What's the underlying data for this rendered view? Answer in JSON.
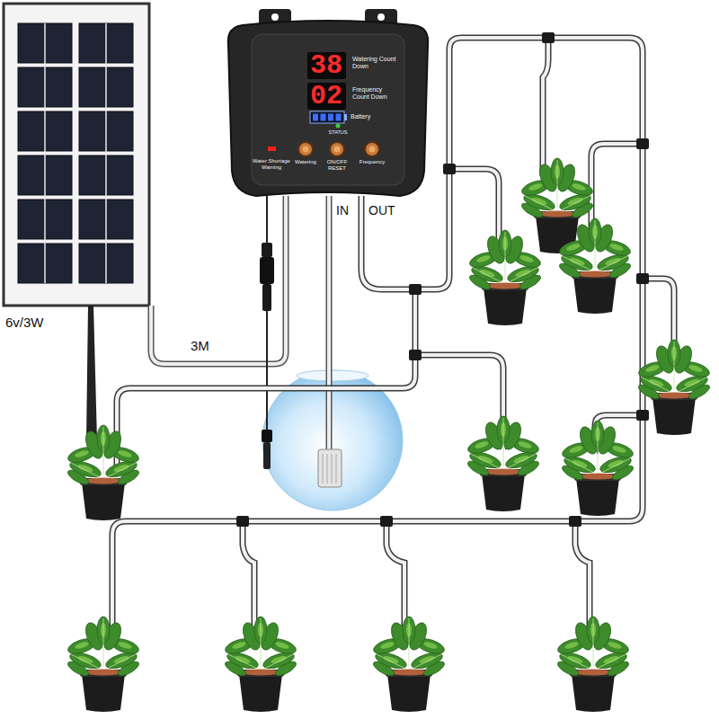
{
  "diagram": {
    "nodes": [
      {
        "text": [
          "Watering Count Down",
          "Frequency Count Down",
          "Battery",
          "STATUS",
          "Water Shortage Warning",
          "Watering",
          "ON/OFF RESET",
          "Frequency"
        ]
      },
      {
        "text": [
          "38"
        ],
        "in": 0
      },
      {
        "text": [
          "02"
        ],
        "in": 0
      }
    ],
    "labels": [
      "IN",
      "OUT",
      "6v/3W",
      "3M"
    ]
  }
}
